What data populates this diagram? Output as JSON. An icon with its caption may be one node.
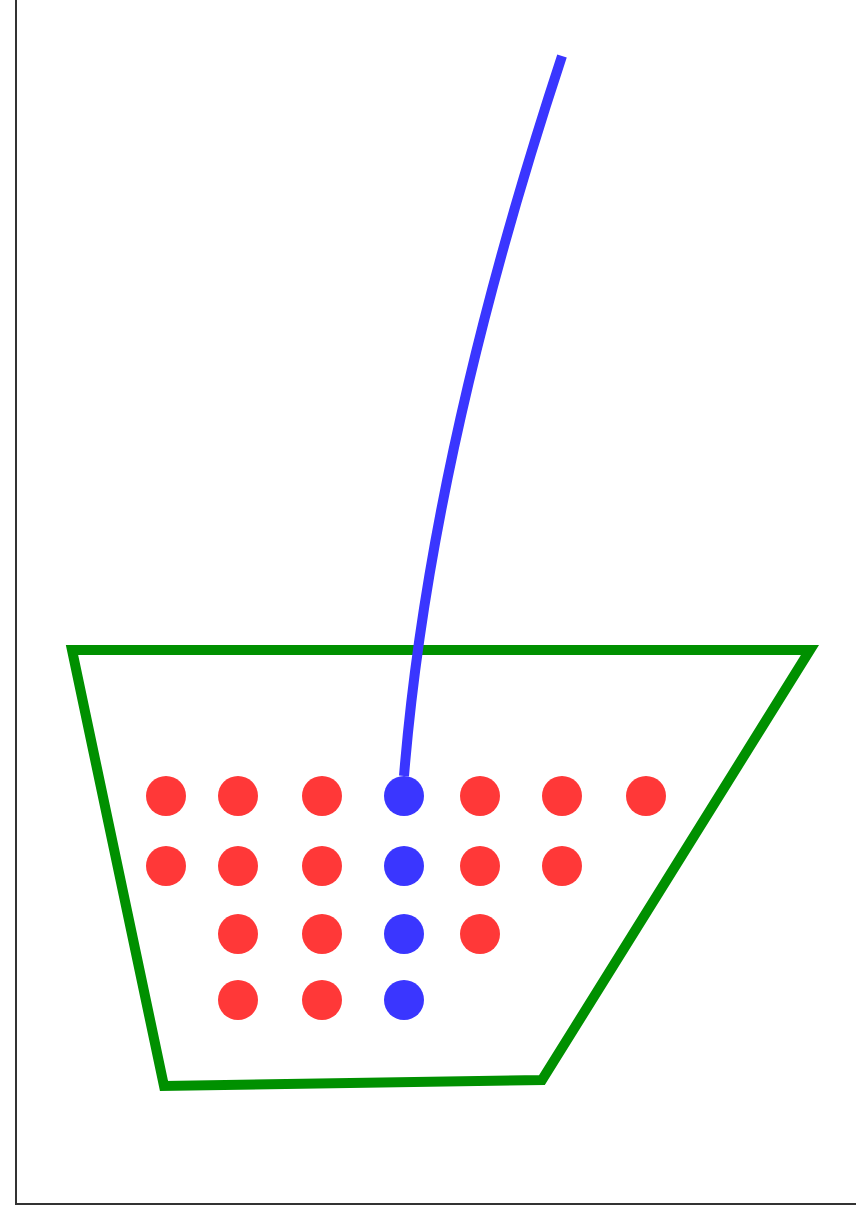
{
  "diagram": {
    "nodes": [
      {
        "text": [],
        "shape": "trapezoid"
      },
      {
        "text": [],
        "shape": "circle",
        "in": 0
      },
      {
        "text": [],
        "shape": "circle",
        "in": 0
      },
      {
        "text": [],
        "shape": "circle",
        "in": 0
      },
      {
        "text": [],
        "shape": "circle",
        "in": 0
      },
      {
        "text": [],
        "shape": "circle",
        "in": 0
      },
      {
        "text": [],
        "shape": "circle",
        "in": 0
      },
      {
        "text": [],
        "shape": "circle",
        "in": 0
      },
      {
        "text": [],
        "shape": "circle",
        "in": 0
      },
      {
        "text": [],
        "shape": "circle",
        "in": 0
      },
      {
        "text": [],
        "shape": "circle",
        "in": 0
      },
      {
        "text": [],
        "shape": "circle",
        "in": 0
      },
      {
        "text": [],
        "shape": "circle",
        "in": 0
      },
      {
        "text": [],
        "shape": "circle",
        "in": 0
      },
      {
        "text": [],
        "shape": "circle",
        "in": 0
      },
      {
        "text": [],
        "shape": "circle",
        "in": 0
      },
      {
        "text": [],
        "shape": "circle",
        "in": 0
      },
      {
        "text": [],
        "shape": "circle",
        "in": 0
      },
      {
        "text": [],
        "shape": "circle",
        "in": 0
      },
      {
        "text": [],
        "shape": "circle",
        "in": 0
      },
      {
        "text": [],
        "shape": "circle",
        "in": 0
      }
    ],
    "edges": [
      {
        "from": null,
        "to": 4,
        "arrow": "none"
      }
    ]
  }
}
